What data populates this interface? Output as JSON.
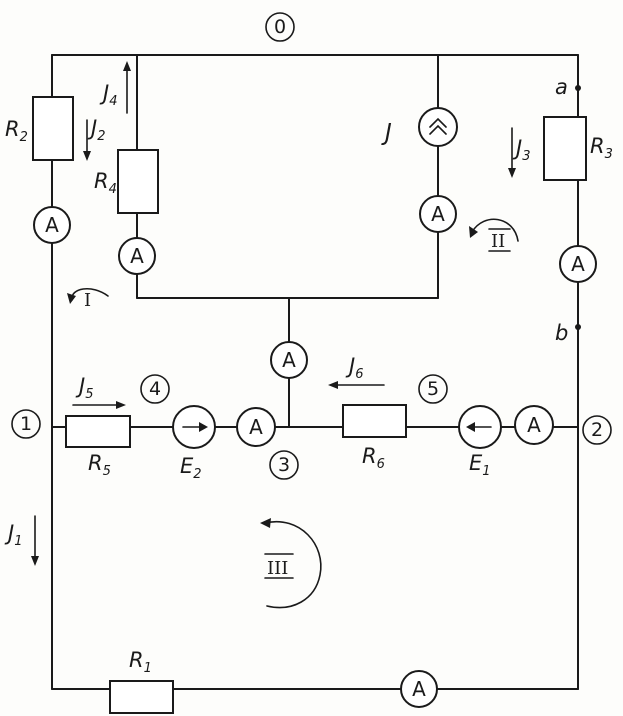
{
  "nodes": {
    "n0": "0",
    "n1": "1",
    "n2": "2",
    "n3": "3",
    "n4": "4",
    "n5": "5"
  },
  "points": {
    "a": "a",
    "b": "b"
  },
  "resistors": {
    "r1": {
      "letter": "R",
      "sub": "1"
    },
    "r2": {
      "letter": "R",
      "sub": "2"
    },
    "r3": {
      "letter": "R",
      "sub": "3"
    },
    "r4": {
      "letter": "R",
      "sub": "4"
    },
    "r5": {
      "letter": "R",
      "sub": "5"
    },
    "r6": {
      "letter": "R",
      "sub": "6"
    }
  },
  "sources": {
    "e1": {
      "letter": "E",
      "sub": "1"
    },
    "e2": {
      "letter": "E",
      "sub": "2"
    },
    "j": "J"
  },
  "currents": {
    "i1": {
      "letter": "J",
      "sub": "1"
    },
    "i2": {
      "letter": "J",
      "sub": "2"
    },
    "i3": {
      "letter": "J",
      "sub": "3"
    },
    "i4": {
      "letter": "J",
      "sub": "4"
    },
    "i5": {
      "letter": "J",
      "sub": "5"
    },
    "i6": {
      "letter": "J",
      "sub": "6"
    }
  },
  "ammeter_label": "A",
  "loops": {
    "l1": "I",
    "l2": "II",
    "l3": "III"
  }
}
